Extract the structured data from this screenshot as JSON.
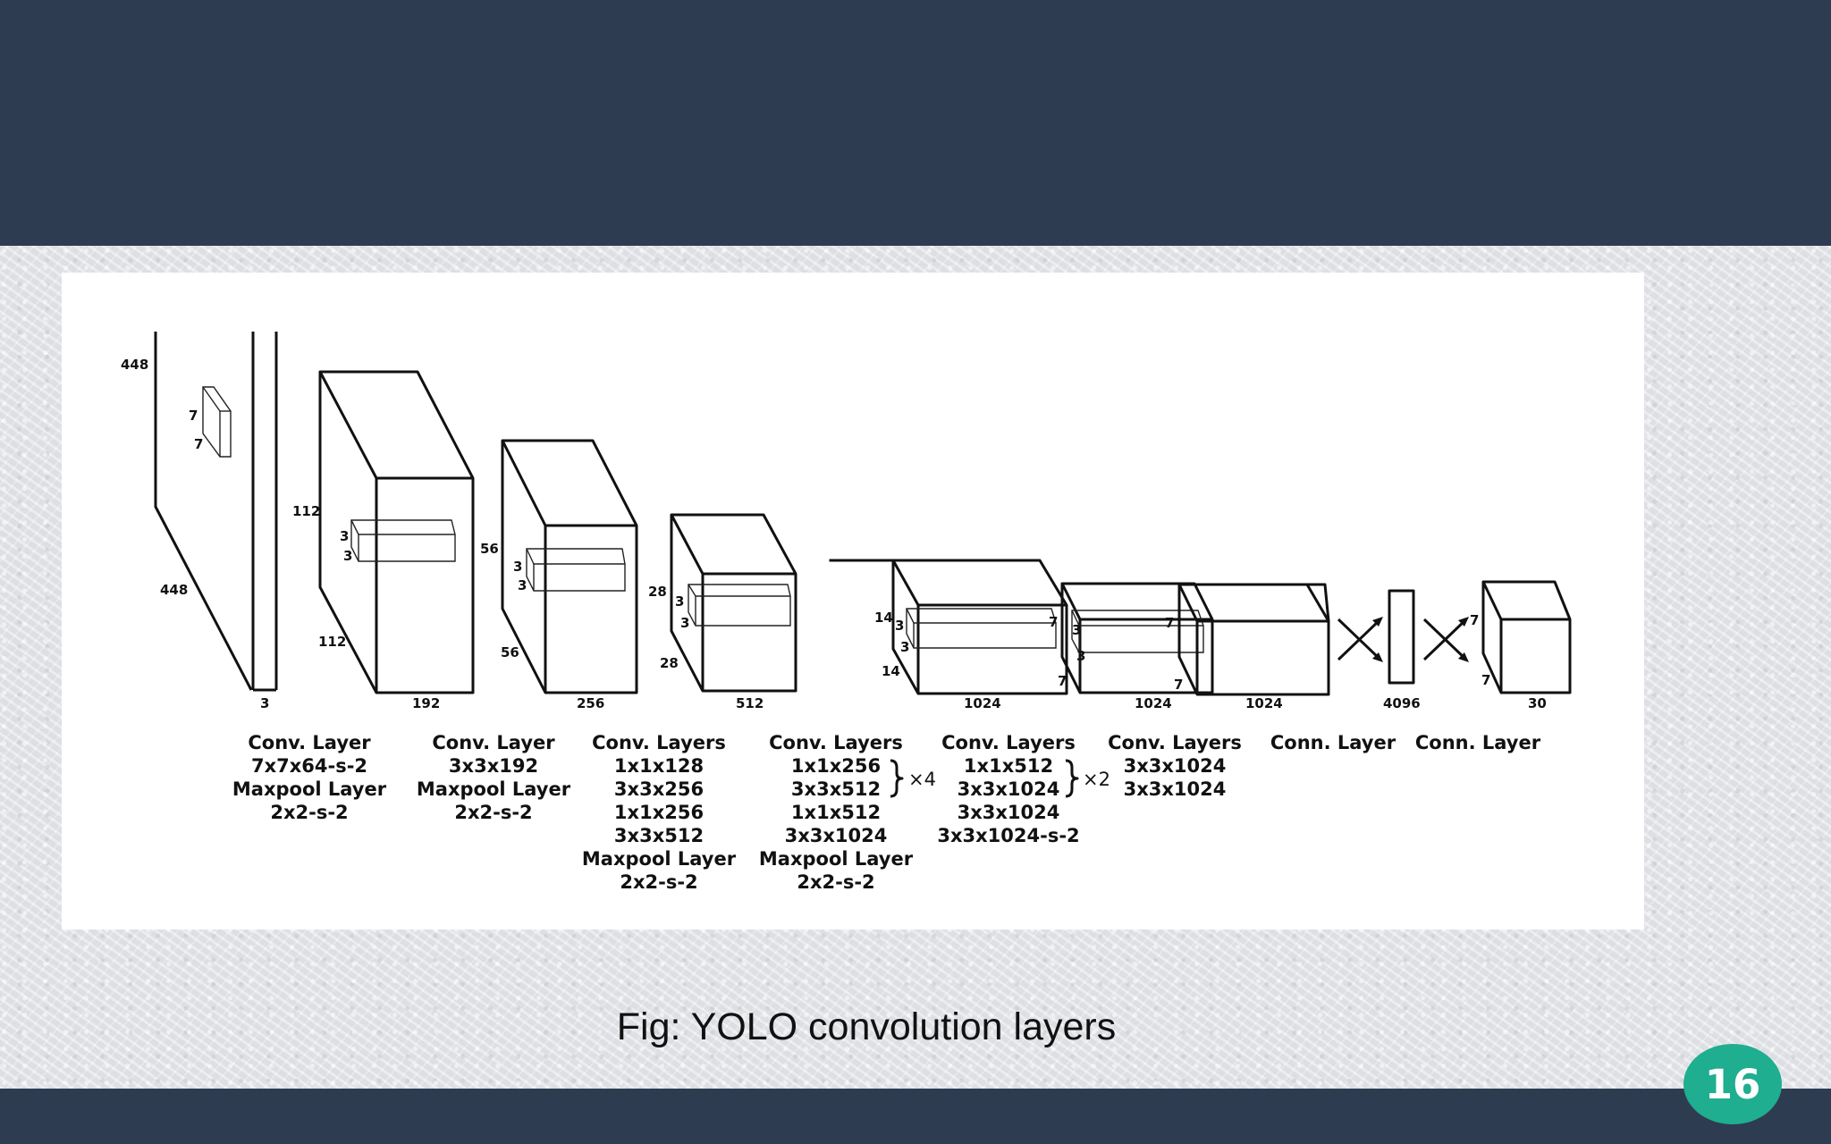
{
  "figure": {
    "dims": {
      "input_h": "448",
      "input_w": "448",
      "input_c": "3",
      "k1a": "7",
      "k1b": "7",
      "b2_h": "112",
      "b2_w": "112",
      "b2_c": "192",
      "k2a": "3",
      "k2b": "3",
      "b3_h": "56",
      "b3_w": "56",
      "b3_c": "256",
      "k3a": "3",
      "k3b": "3",
      "b4_h": "28",
      "b4_w": "28",
      "b4_c": "512",
      "k4a": "3",
      "k4b": "3",
      "b5_h": "14",
      "b5_w": "14",
      "b5_c": "1024",
      "k5a": "3",
      "k5b": "3",
      "b6_h": "7",
      "b6_w": "7",
      "b6_c": "1024",
      "k6a": "3",
      "k6b": "3",
      "b7_h": "7",
      "b7_w": "7",
      "b7_c": "1024",
      "fc_c": "4096",
      "out_h": "7",
      "out_w": "7",
      "out_c": "30"
    },
    "layers": [
      {
        "lines": [
          "Conv. Layer",
          "7x7x64-s-2",
          "Maxpool Layer",
          "2x2-s-2"
        ]
      },
      {
        "lines": [
          "Conv. Layer",
          "3x3x192",
          "Maxpool Layer",
          "2x2-s-2"
        ]
      },
      {
        "lines": [
          "Conv. Layers",
          "1x1x128",
          "3x3x256",
          "1x1x256",
          "3x3x512",
          "Maxpool Layer",
          "2x2-s-2"
        ]
      },
      {
        "lines": [
          "Conv. Layers",
          "1x1x256",
          "3x3x512",
          "1x1x512",
          "3x3x1024",
          "Maxpool Layer",
          "2x2-s-2"
        ],
        "multiplier": "×4"
      },
      {
        "lines": [
          "Conv. Layers",
          "1x1x512",
          "3x3x1024",
          "3x3x1024",
          "3x3x1024-s-2"
        ],
        "multiplier": "×2"
      },
      {
        "lines": [
          "Conv. Layers",
          "3x3x1024",
          "3x3x1024"
        ]
      },
      {
        "lines": [
          "Conn. Layer"
        ]
      },
      {
        "lines": [
          "Conn. Layer"
        ]
      }
    ]
  },
  "caption": "Fig: YOLO convolution layers",
  "page_number": "16",
  "colors": {
    "bar": "#2e3c52",
    "badge": "#1fae8f"
  }
}
